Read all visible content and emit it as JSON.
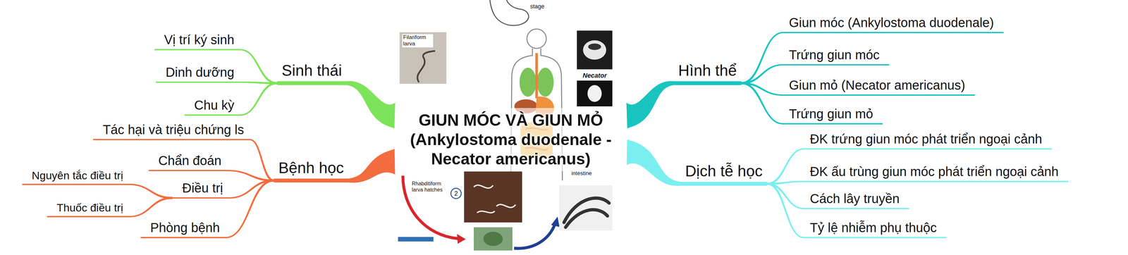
{
  "diagram": {
    "nodes": [
      {
        "text": [
          "GIUN MÓC VÀ GIUN MỎ (Ankylostoma duodenale - Necator americanus)"
        ]
      },
      {
        "text": [
          "Sinh thái"
        ]
      },
      {
        "text": [
          "Vị trí ký sinh"
        ]
      },
      {
        "text": [
          "Dinh dưỡng"
        ]
      },
      {
        "text": [
          "Chu kỳ"
        ]
      },
      {
        "text": [
          "Bệnh học"
        ]
      },
      {
        "text": [
          "Tác hại và triệu chứng ls"
        ]
      },
      {
        "text": [
          "Chẩn đoán"
        ]
      },
      {
        "text": [
          "Điều trị"
        ]
      },
      {
        "text": [
          "Nguyên tắc điều trị"
        ]
      },
      {
        "text": [
          "Thuốc điều trị"
        ]
      },
      {
        "text": [
          "Phòng bệnh"
        ]
      },
      {
        "text": [
          "Hình thể"
        ]
      },
      {
        "text": [
          "Giun móc (Ankylostoma duodenale)"
        ]
      },
      {
        "text": [
          "Trứng giun móc"
        ]
      },
      {
        "text": [
          "Giun mỏ (Necator americanus)"
        ]
      },
      {
        "text": [
          "Trứng giun mỏ"
        ]
      },
      {
        "text": [
          "Dịch tễ học"
        ]
      },
      {
        "text": [
          "ĐK trứng giun móc phát triển ngoại cảnh"
        ]
      },
      {
        "text": [
          "ĐK ấu trùng giun móc phát triển ngoại cảnh"
        ]
      },
      {
        "text": [
          "Cách lây truyền"
        ]
      },
      {
        "text": [
          "Tỷ lệ nhiễm phụ thuộc"
        ]
      }
    ],
    "edges": [
      {
        "from": 0,
        "to": 1,
        "arrow": "none"
      },
      {
        "from": 1,
        "to": 2,
        "arrow": "none"
      },
      {
        "from": 1,
        "to": 3,
        "arrow": "none"
      },
      {
        "from": 1,
        "to": 4,
        "arrow": "none"
      },
      {
        "from": 0,
        "to": 5,
        "arrow": "none"
      },
      {
        "from": 5,
        "to": 6,
        "arrow": "none"
      },
      {
        "from": 5,
        "to": 7,
        "arrow": "none"
      },
      {
        "from": 5,
        "to": 8,
        "arrow": "none"
      },
      {
        "from": 8,
        "to": 9,
        "arrow": "none"
      },
      {
        "from": 8,
        "to": 10,
        "arrow": "none"
      },
      {
        "from": 5,
        "to": 11,
        "arrow": "none"
      },
      {
        "from": 0,
        "to": 12,
        "arrow": "none"
      },
      {
        "from": 12,
        "to": 13,
        "arrow": "none"
      },
      {
        "from": 12,
        "to": 14,
        "arrow": "none"
      },
      {
        "from": 12,
        "to": 15,
        "arrow": "none"
      },
      {
        "from": 12,
        "to": 16,
        "arrow": "none"
      },
      {
        "from": 0,
        "to": 17,
        "arrow": "none"
      },
      {
        "from": 17,
        "to": 18,
        "arrow": "none"
      },
      {
        "from": 17,
        "to": 19,
        "arrow": "none"
      },
      {
        "from": 17,
        "to": 20,
        "arrow": "none"
      },
      {
        "from": 17,
        "to": 21,
        "arrow": "none"
      }
    ],
    "labels": [
      "stage",
      "Filariform larva",
      "Necator",
      "intestine",
      "2",
      "Rhabditiform larva hatches"
    ]
  }
}
